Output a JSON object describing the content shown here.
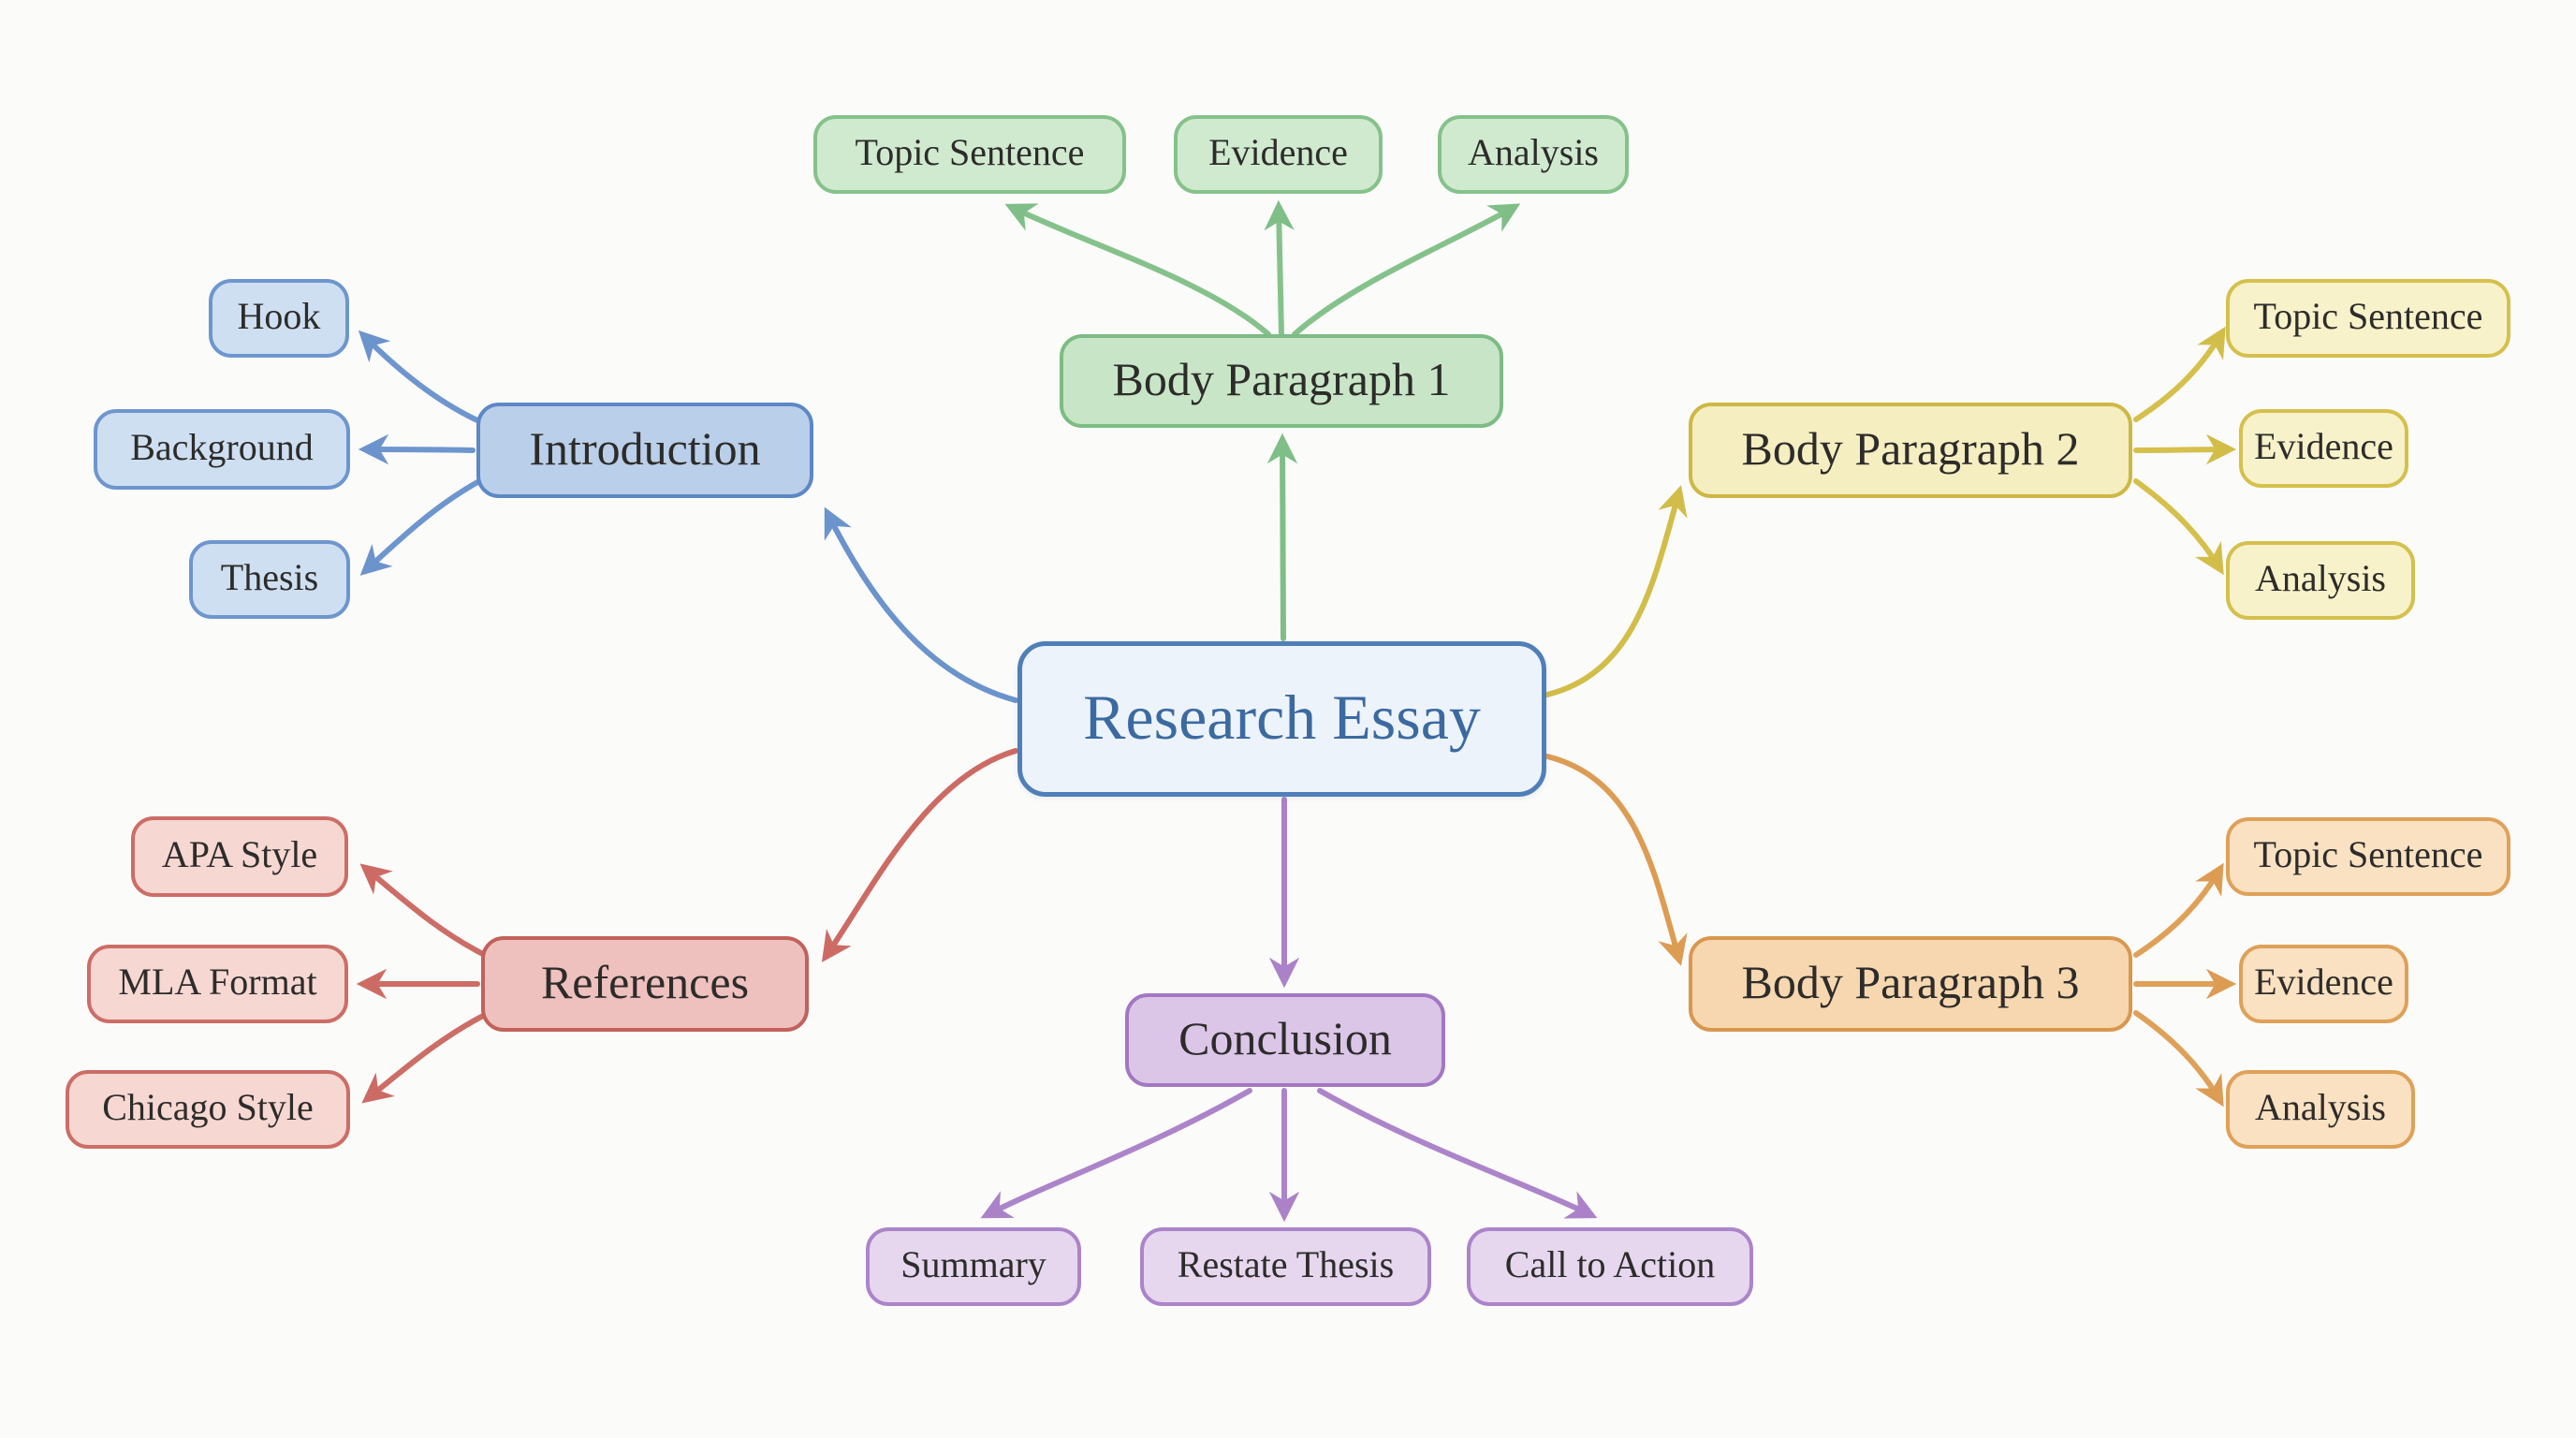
{
  "diagram_type": "mind-map",
  "canvas": {
    "background": "#fbfbfa"
  },
  "root": {
    "label": "Research Essay",
    "color": "#4f7fb8",
    "text_color": "#3b6aa0"
  },
  "branches": [
    {
      "label": "Introduction",
      "color": "#5d88c6",
      "children": [
        "Hook",
        "Background",
        "Thesis"
      ]
    },
    {
      "label": "Body Paragraph 1",
      "color": "#7fbe86",
      "children": [
        "Topic Sentence",
        "Evidence",
        "Analysis"
      ]
    },
    {
      "label": "Body Paragraph 2",
      "color": "#cfba45",
      "children": [
        "Topic Sentence",
        "Evidence",
        "Analysis"
      ]
    },
    {
      "label": "Body Paragraph 3",
      "color": "#db984e",
      "children": [
        "Topic Sentence",
        "Evidence",
        "Analysis"
      ]
    },
    {
      "label": "References",
      "color": "#c3625c",
      "children": [
        "APA Style",
        "MLA Format",
        "Chicago Style"
      ]
    },
    {
      "label": "Conclusion",
      "color": "#a478c3",
      "children": [
        "Summary",
        "Restate Thesis",
        "Call to Action"
      ]
    }
  ]
}
